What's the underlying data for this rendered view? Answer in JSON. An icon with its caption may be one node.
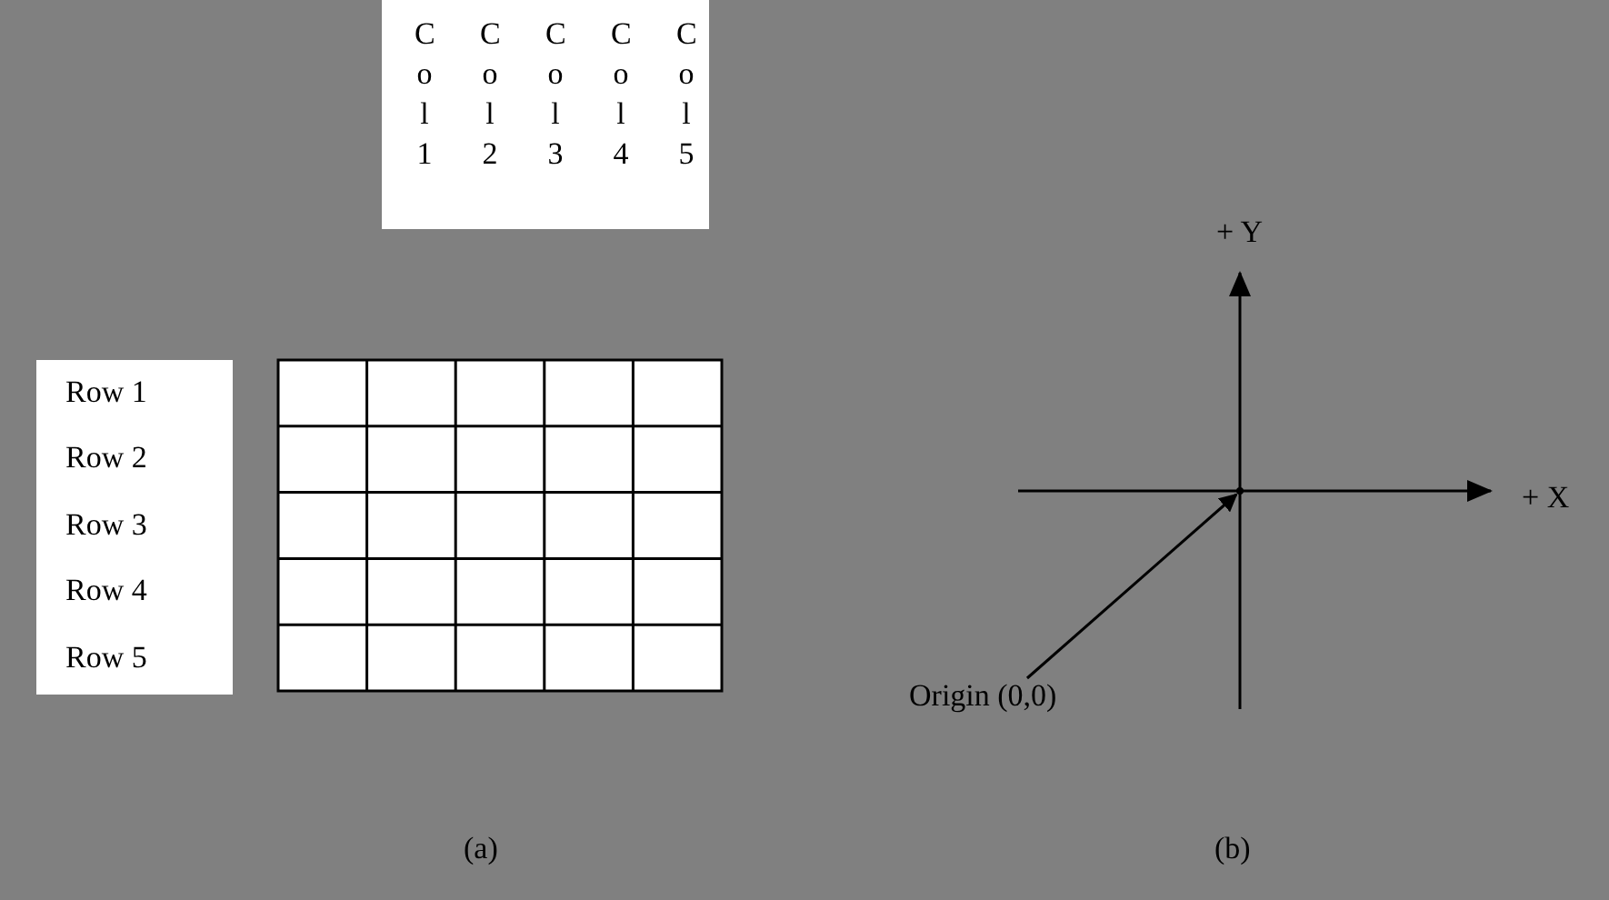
{
  "diagram": {
    "nodes": [
      {
        "text": [
          "Origin (0,0)"
        ]
      },
      {
        "text": [],
        "shape": "point"
      }
    ],
    "edges": [
      {
        "from": 0,
        "to": 1,
        "arrow": "to"
      }
    ],
    "labels": [
      "Col 1",
      "Col 2",
      "Col 3",
      "Col 4",
      "Col 5",
      "Row 1",
      "Row 2",
      "Row 3",
      "Row 4",
      "Row 5",
      "+ Y",
      "+ X",
      "(a)",
      "(b)"
    ]
  }
}
